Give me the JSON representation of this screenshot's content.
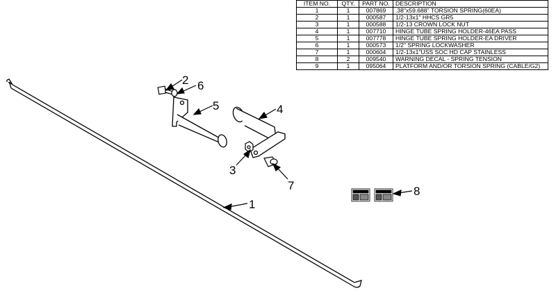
{
  "bom": {
    "headers": [
      "ITEM NO.",
      "QTY.",
      "PART NO.",
      "DESCRIPTION"
    ],
    "rows": [
      [
        "1",
        "1",
        "007869",
        ".38\"x59.688\" TORSION SPRING(60EA)"
      ],
      [
        "2",
        "1",
        "000587",
        "1/2-13x1\" HHCS GR5"
      ],
      [
        "3",
        "1",
        "000588",
        "1/2-13 CROWN LOCK NUT"
      ],
      [
        "4",
        "1",
        "007710",
        "HINGE TUBE SPRING HOLDER-46EA PASS"
      ],
      [
        "5",
        "1",
        "007778",
        "HINGE TUBE SPRING HOLDER-EA DRIVER"
      ],
      [
        "6",
        "1",
        "000573",
        "1/2\" SPRING LOCKWASHER"
      ],
      [
        "7",
        "1",
        "000604",
        "1/2-13x1\"USS SOC HD CAP STAINLESS"
      ],
      [
        "8",
        "2",
        "009540",
        "WARNING DECAL - SPRING TENSION"
      ],
      [
        "9",
        "1",
        "095064",
        "PLATFORM AND/OR TORSION SPRING (CABLE/G2)"
      ]
    ]
  },
  "callouts": {
    "c1": "1",
    "c2": "2",
    "c3": "3",
    "c4": "4",
    "c5": "5",
    "c6": "6",
    "c7": "7",
    "c8": "8"
  }
}
